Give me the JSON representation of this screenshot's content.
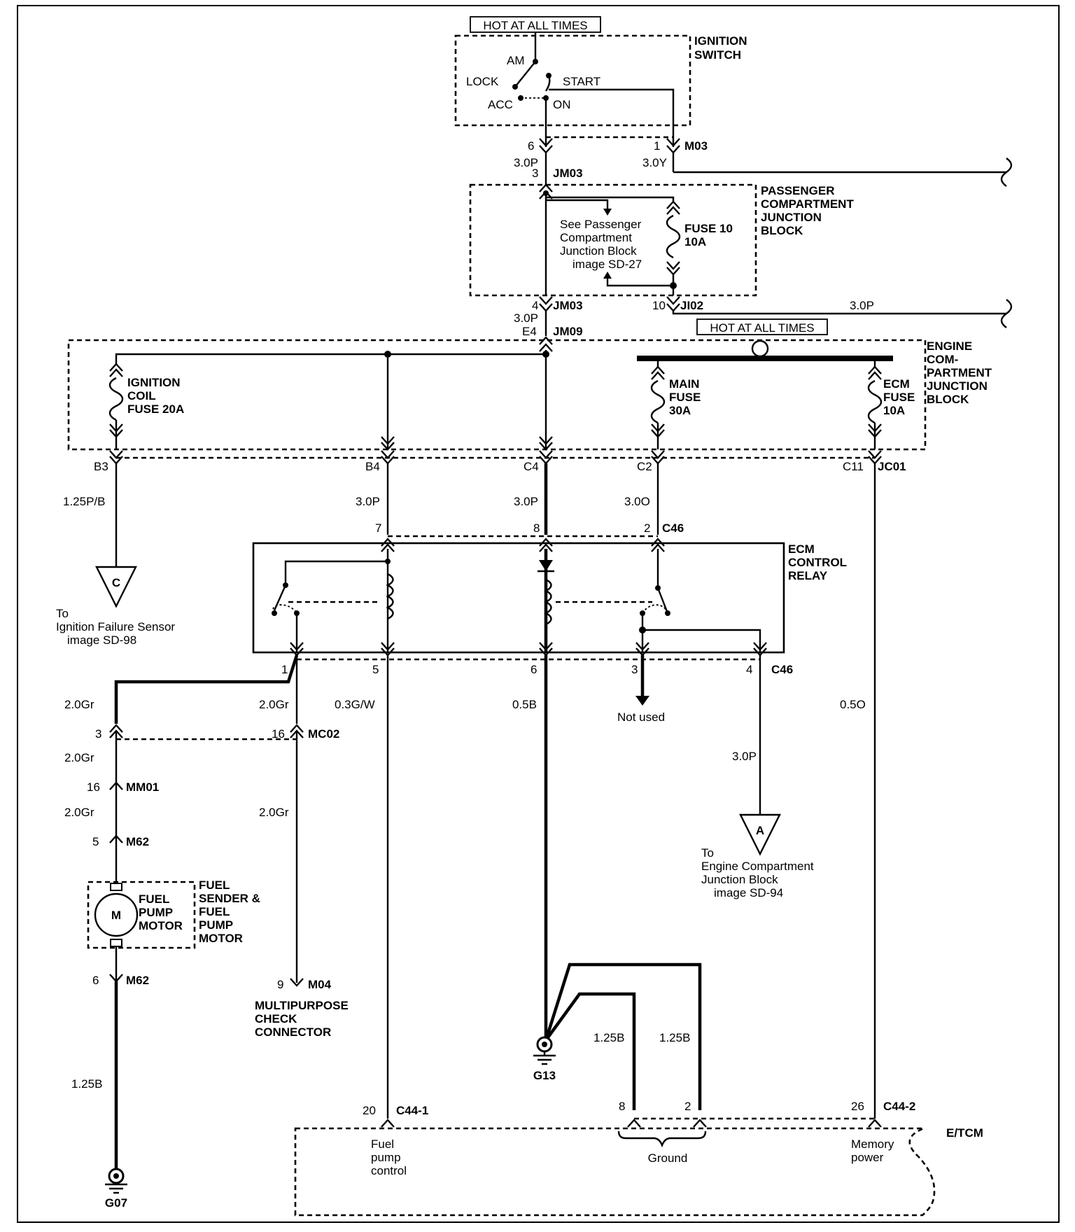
{
  "hot1": "HOT AT ALL TIMES",
  "hot2": "HOT AT ALL TIMES",
  "ign": {
    "label1": "IGNITION",
    "label2": "SWITCH",
    "am": "AM",
    "lock": "LOCK",
    "start": "START",
    "acc": "ACC",
    "on": "ON"
  },
  "conn": {
    "m03_p6": "6",
    "m03_p1": "1",
    "m03": "M03",
    "w30p_a": "3.0P",
    "w30y": "3.0Y",
    "jm03_p3": "3",
    "jm03_a": "JM03",
    "jm03_p4": "4",
    "jm03_b": "JM03",
    "ji02_p10": "10",
    "ji02": "JI02",
    "w30p_ji02": "3.0P",
    "w30p_b": "3.0P",
    "jm09_e4": "E4",
    "jm09": "JM09",
    "b3": "B3",
    "b4": "B4",
    "c4": "C4",
    "c2": "C2",
    "c11": "C11",
    "jc01": "JC01",
    "w125pb": "1.25P/B",
    "w30p_c": "3.0P",
    "w30p_d": "3.0P",
    "w30o": "3.0O",
    "c46_p7": "7",
    "c46_p8": "8",
    "c46_p2": "2",
    "c46_a": "C46",
    "c46_p1": "1",
    "c46_p5": "5",
    "c46_p6": "6",
    "c46_p3": "3",
    "c46_p4": "4",
    "c46_b": "C46",
    "w20gr_a": "2.0Gr",
    "w20gr_b": "2.0Gr",
    "w03gw": "0.3G/W",
    "w05b": "0.5B",
    "w05o": "0.5O",
    "mc02_p3": "3",
    "mc02_p16": "16",
    "mc02": "MC02",
    "w20gr_c": "2.0Gr",
    "mm01_p16": "16",
    "mm01": "MM01",
    "w20gr_d": "2.0Gr",
    "w20gr_e": "2.0Gr",
    "m62_p5": "5",
    "m62_a": "M62",
    "m62_p6": "6",
    "m62_b": "M62",
    "w30p_e": "3.0P",
    "m04_p9": "9",
    "m04": "M04",
    "w125b_a": "1.25B",
    "w125b_b": "1.25B",
    "w125b_c": "1.25B",
    "c441_p20": "20",
    "c441": "C44-1",
    "c442_p8": "8",
    "c442_p2": "2",
    "c442_p26": "26",
    "c442": "C44-2"
  },
  "pcjb": {
    "label1": "PASSENGER",
    "label2": "COMPARTMENT",
    "label3": "JUNCTION",
    "label4": "BLOCK",
    "see1": "See Passenger",
    "see2": "Compartment",
    "see3": "Junction Block",
    "see4": "image SD-27",
    "fuse1": "FUSE 10",
    "fuse2": "10A"
  },
  "ecjb": {
    "label1": "ENGINE",
    "label2": "COM-",
    "label3": "PARTMENT",
    "label4": "JUNCTION",
    "label5": "BLOCK",
    "ign1": "IGNITION",
    "ign2": "COIL",
    "ign3": "FUSE 20A",
    "main1": "MAIN",
    "main2": "FUSE",
    "main3": "30A",
    "ecm1": "ECM",
    "ecm2": "FUSE",
    "ecm3": "10A"
  },
  "relay": {
    "label1": "ECM",
    "label2": "CONTROL",
    "label3": "RELAY"
  },
  "ref_c": {
    "letter": "C",
    "to": "To",
    "line1": "Ignition Failure Sensor",
    "line2": "image SD-98"
  },
  "ref_a": {
    "letter": "A",
    "to": "To",
    "line1": "Engine Compartment",
    "line2": "Junction Block",
    "line3": "image SD-94"
  },
  "not_used": "Not used",
  "fuel": {
    "m": "M",
    "inner1": "FUEL",
    "inner2": "PUMP",
    "inner3": "MOTOR",
    "outer1": "FUEL",
    "outer2": "SENDER &",
    "outer3": "FUEL",
    "outer4": "PUMP",
    "outer5": "MOTOR"
  },
  "mpc": {
    "line1": "MULTIPURPOSE",
    "line2": "CHECK",
    "line3": "CONNECTOR"
  },
  "g13": "G13",
  "g07": "G07",
  "etcm": {
    "label": "E/TCM",
    "fuel1": "Fuel",
    "fuel2": "pump",
    "fuel3": "control",
    "ground": "Ground",
    "mem1": "Memory",
    "mem2": "power"
  }
}
